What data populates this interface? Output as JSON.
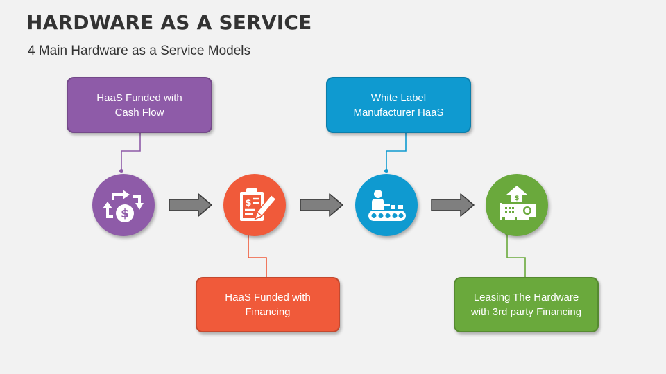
{
  "title": "HARDWARE AS A SERVICE",
  "subtitle": "4 Main Hardware as a Service Models",
  "models": [
    {
      "line1": "HaaS Funded with",
      "line2": "Cash Flow",
      "color": "#8e5ba8",
      "icon": "cash-flow-icon"
    },
    {
      "line1": "HaaS Funded with",
      "line2": "Financing",
      "color": "#f05a3a",
      "icon": "financing-document-icon"
    },
    {
      "line1": "White Label",
      "line2": "Manufacturer HaaS",
      "color": "#0f9ad0",
      "icon": "conveyor-worker-icon"
    },
    {
      "line1": "Leasing The Hardware",
      "line2": "with 3rd party Financing",
      "color": "#6aa93c",
      "icon": "hardware-card-icon"
    }
  ],
  "arrow_color": "#7f7f7f"
}
